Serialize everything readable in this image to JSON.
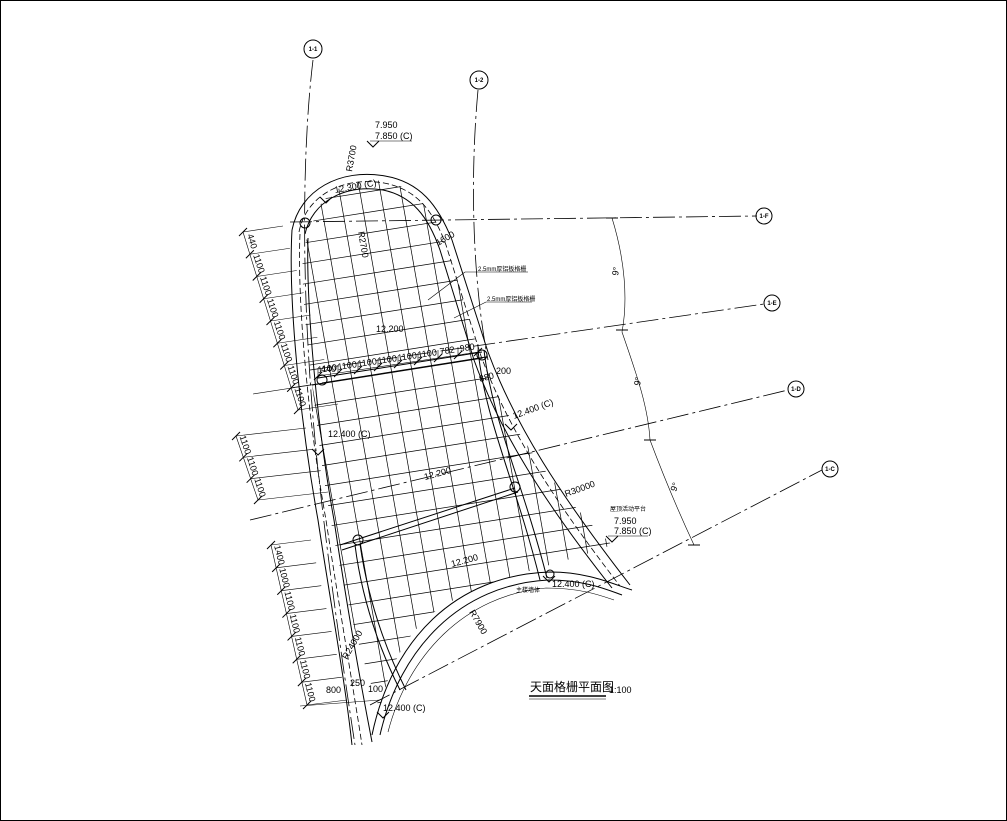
{
  "drawing": {
    "title": "天面格栅平面图",
    "scale": "1:100",
    "axes": {
      "v1": "1-1",
      "v2": "1-2",
      "f": "1-F",
      "e": "1-E",
      "d": "1-D",
      "c": "1-C"
    },
    "elevations": {
      "top_upper": "7.950",
      "top_lower": "7.850 (C)",
      "right_upper": "7.950",
      "right_lower": "7.850 (C)",
      "top_arc": "12.300 (C)",
      "left": "12.400 (C)",
      "right": "12.400 (C)",
      "bottom_arc": "12.400 (C)",
      "bottom": "12.400 (C)",
      "grid_a": "12.200",
      "grid_b": "12.200",
      "grid_c": "12.200"
    },
    "radii": {
      "r3700": "R3700",
      "r2700": "R2700",
      "r30000": "R30000",
      "r7900": "R7900",
      "r24000": "R24000"
    },
    "notes": {
      "note1": "2.5mm厚铝板格栅",
      "note2": "2.5mm厚铝板格栅",
      "platform": "屋顶活动平台",
      "void": "主楼墙体"
    },
    "angles": {
      "a1": "9°",
      "a2": "9°",
      "a3": "9°"
    },
    "dims": {
      "left_upper": [
        "440",
        "1100",
        "1100",
        "1100",
        "1100",
        "1100",
        "1100",
        "1100"
      ],
      "left_mid": [
        "1100",
        "1100",
        "1100"
      ],
      "left_lower": [
        "1400",
        "1000",
        "1100",
        "1100",
        "1100",
        "1100",
        "1100"
      ],
      "row_mid": [
        "1100",
        "1100",
        "1100",
        "1100",
        "1100",
        "1100",
        "782",
        "980"
      ],
      "row_first": "440",
      "misc_1600": "1600",
      "misc_200": "200",
      "misc_880": "880",
      "misc_800": "800",
      "misc_250": "250",
      "misc_100": "100"
    }
  }
}
